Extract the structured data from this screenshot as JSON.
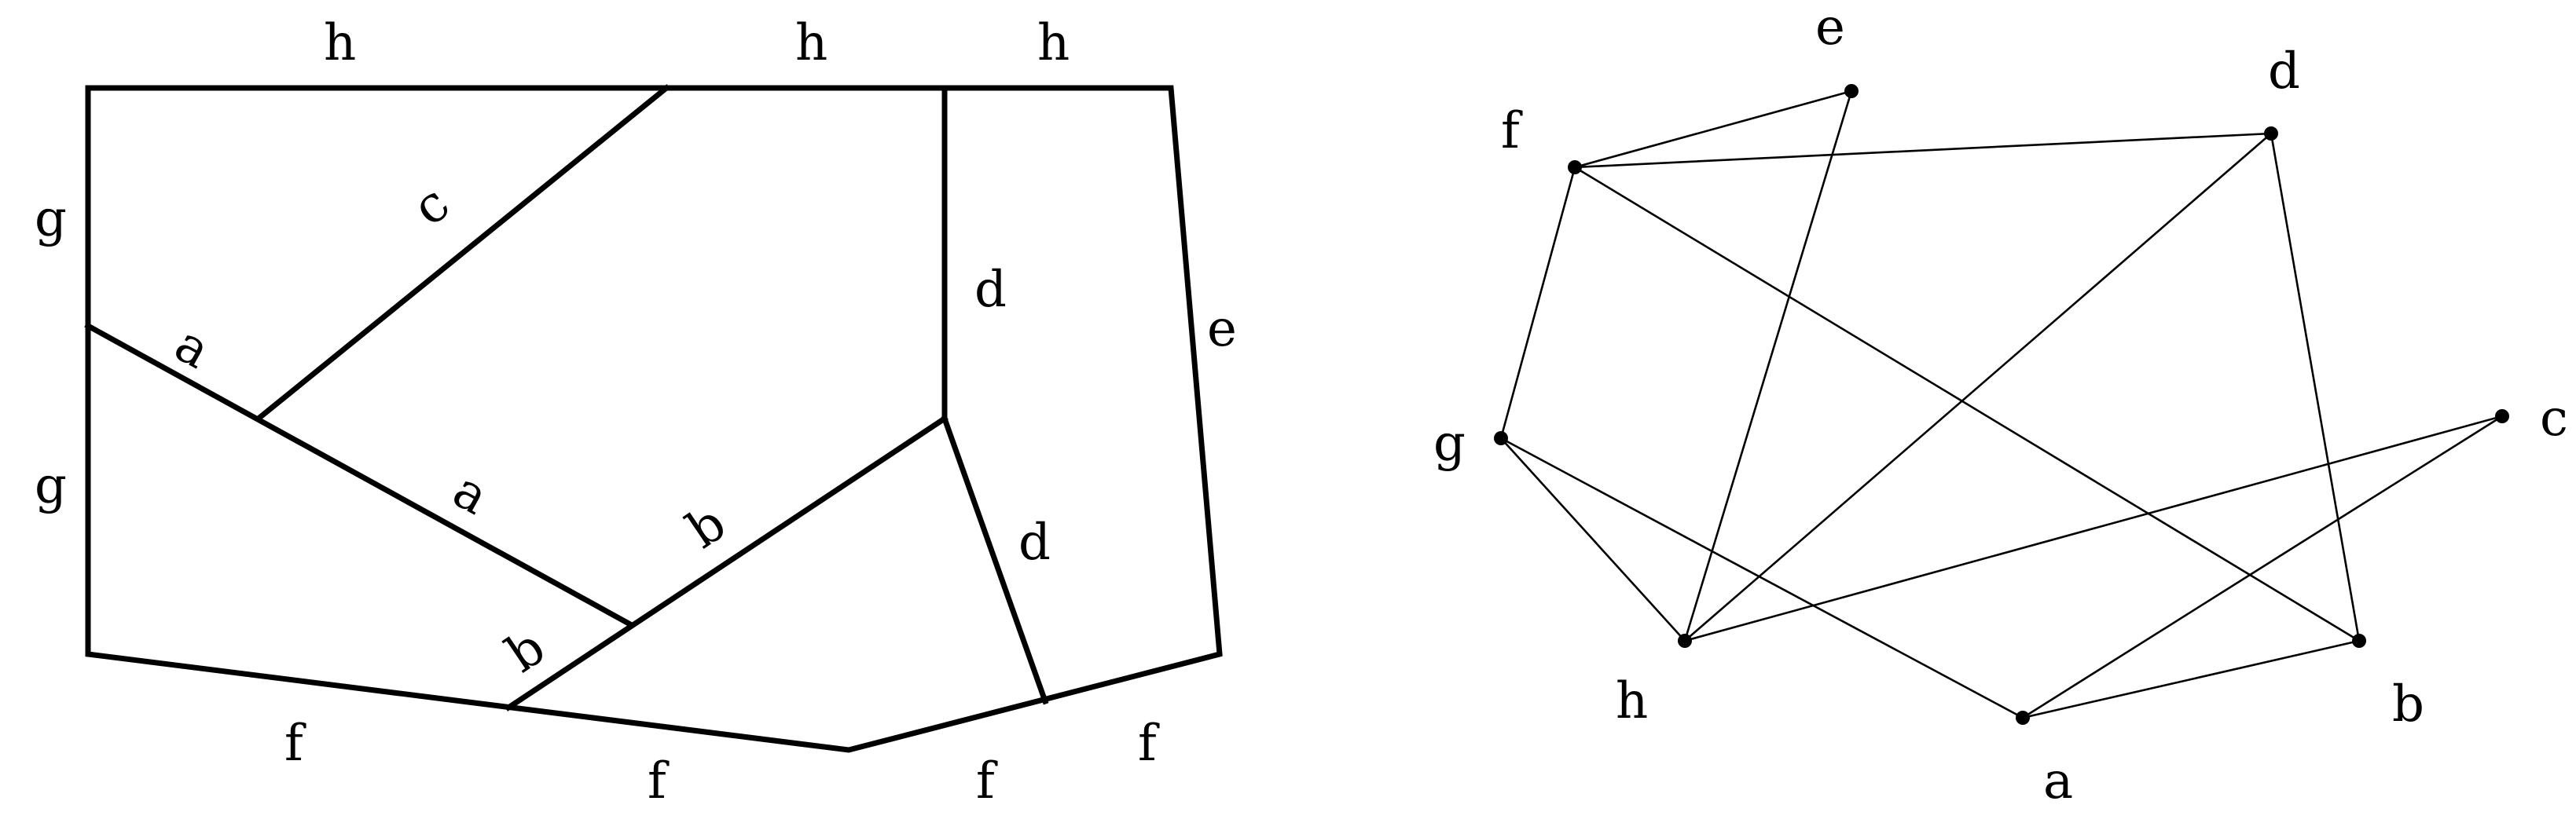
{
  "left_figure": {
    "labels": {
      "top": [
        "h",
        "h",
        "h"
      ],
      "left": [
        "g",
        "g"
      ],
      "bottom": [
        "f",
        "f",
        "f",
        "f"
      ],
      "right": "e",
      "inner": {
        "c": "c",
        "a_upper": "a",
        "a_lower": "a",
        "b_upper": "b",
        "b_lower": "b",
        "d_upper": "d",
        "d_lower": "d"
      }
    }
  },
  "right_graph": {
    "nodes": [
      {
        "id": "e",
        "label": "e"
      },
      {
        "id": "d",
        "label": "d"
      },
      {
        "id": "f",
        "label": "f"
      },
      {
        "id": "g",
        "label": "g"
      },
      {
        "id": "c",
        "label": "c"
      },
      {
        "id": "h",
        "label": "h"
      },
      {
        "id": "a",
        "label": "a"
      },
      {
        "id": "b",
        "label": "b"
      }
    ],
    "edges": [
      [
        "f",
        "e"
      ],
      [
        "f",
        "d"
      ],
      [
        "f",
        "g"
      ],
      [
        "f",
        "b"
      ],
      [
        "e",
        "h"
      ],
      [
        "d",
        "h"
      ],
      [
        "d",
        "b"
      ],
      [
        "g",
        "h"
      ],
      [
        "g",
        "a"
      ],
      [
        "h",
        "c"
      ],
      [
        "c",
        "a"
      ],
      [
        "a",
        "b"
      ]
    ]
  }
}
